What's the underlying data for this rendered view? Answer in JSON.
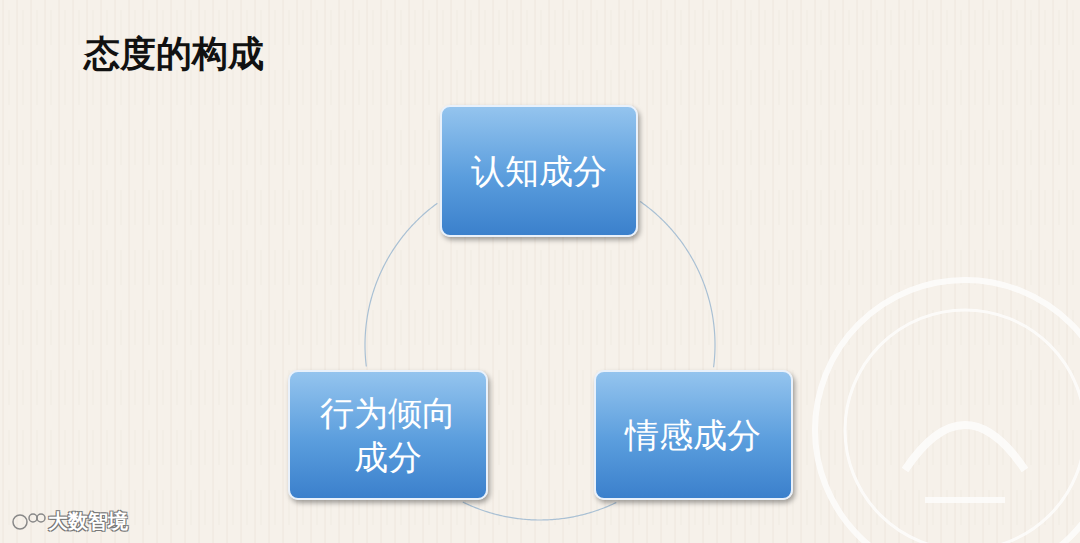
{
  "diagram": {
    "title": "态度的构成",
    "nodes": [
      {
        "text": [
          "认知成分"
        ]
      },
      {
        "text": [
          "行为倾向 成分"
        ]
      },
      {
        "text": [
          "情感成分"
        ]
      }
    ],
    "edges": [
      {
        "from": 0,
        "to": 2,
        "arrow": "none"
      },
      {
        "from": 2,
        "to": 1,
        "arrow": "none"
      },
      {
        "from": 1,
        "to": 0,
        "arrow": "none"
      }
    ],
    "labels": [
      "大数智境"
    ]
  }
}
